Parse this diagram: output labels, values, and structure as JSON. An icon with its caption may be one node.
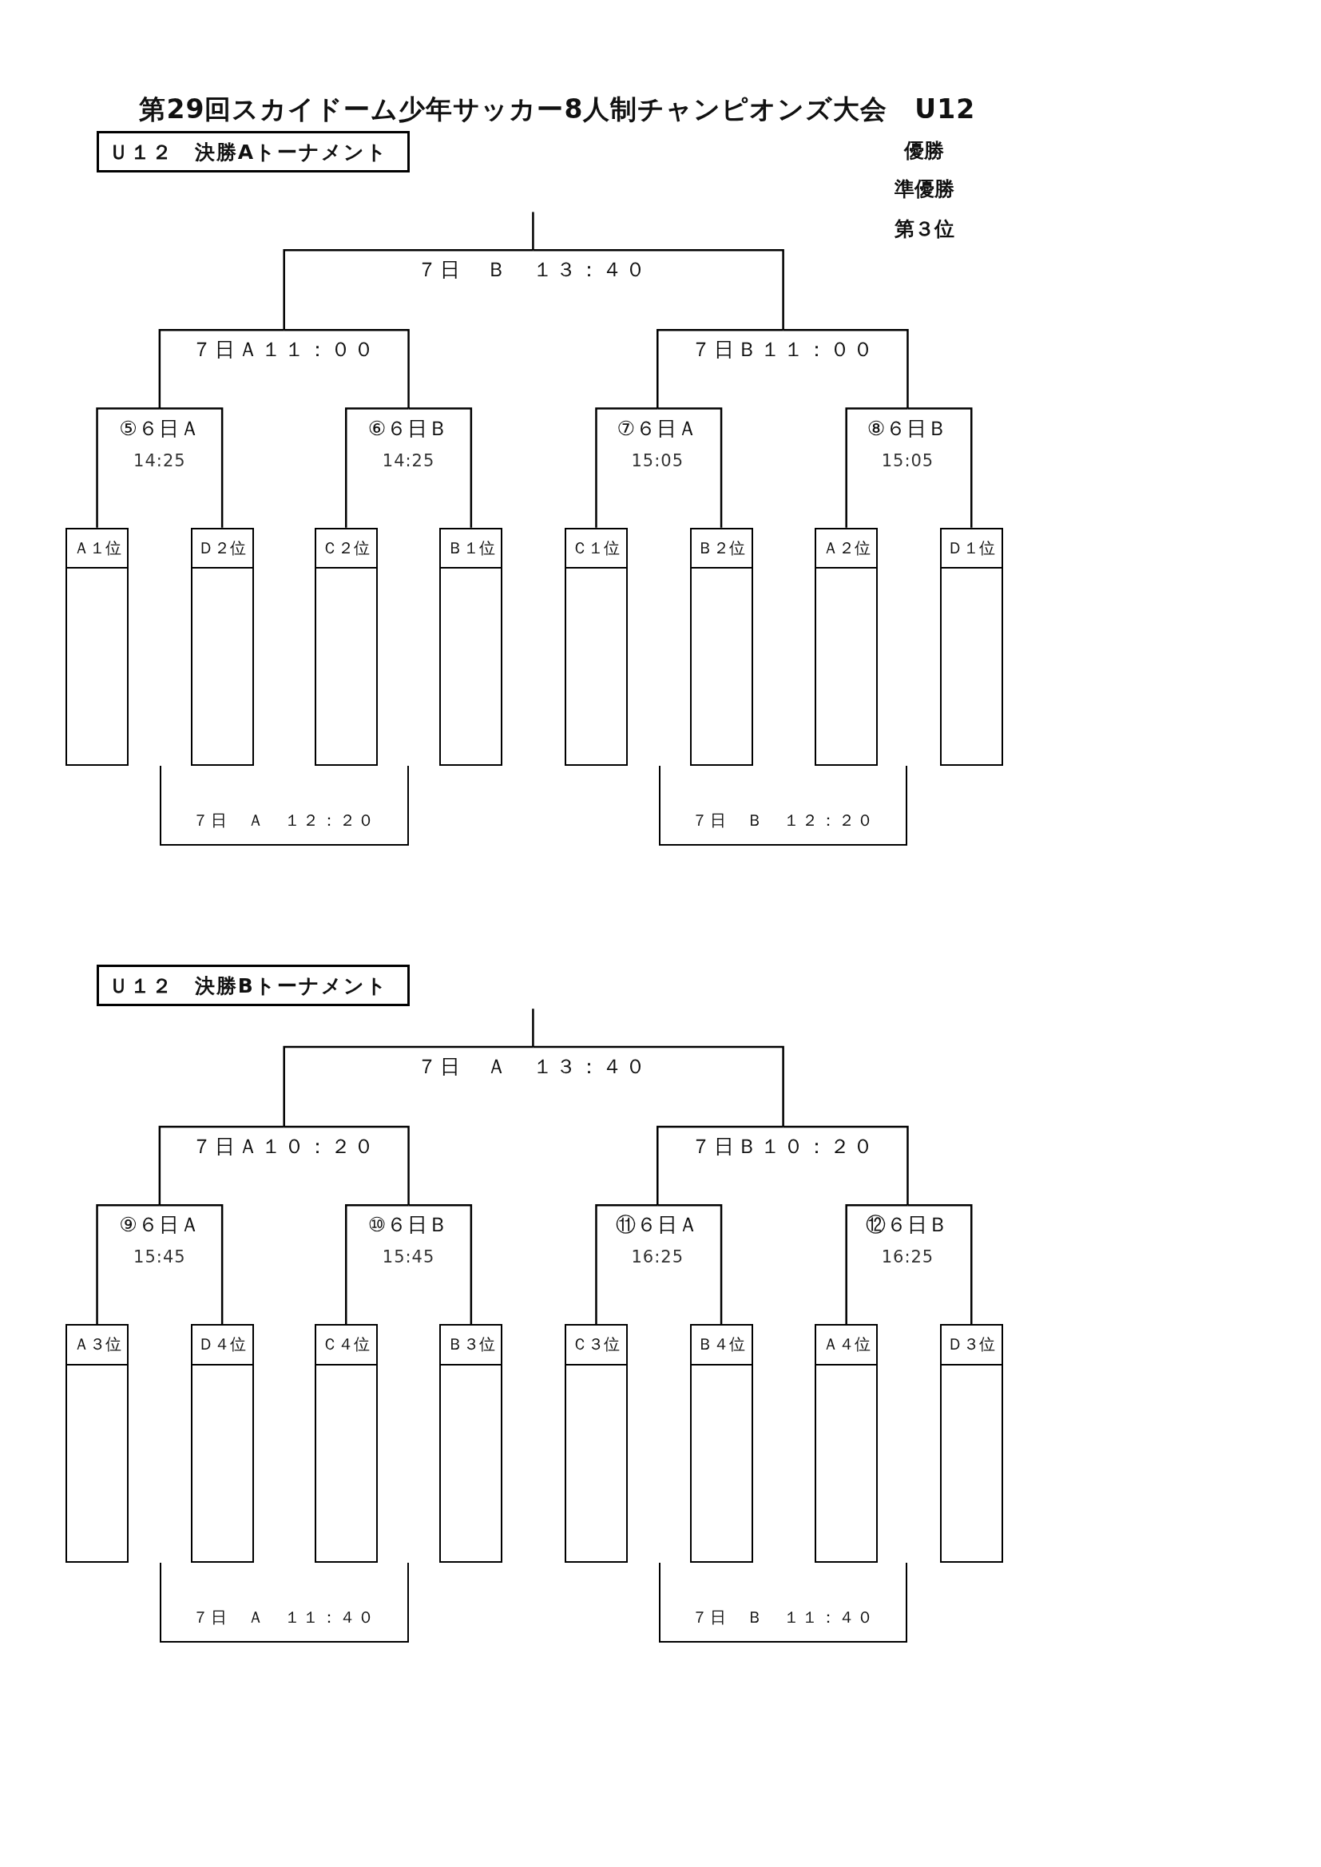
{
  "diagram": {
    "title": "第29回スカイドーム少年サッカー8人制チャンピオンズ大会　U12",
    "nodes": [
      {
        "text": [
          "Ｕ１２　決勝Aトーナメント"
        ]
      },
      {
        "text": [
          "７日　Ｂ　１３：４０"
        ]
      },
      {
        "text": [
          "７日Ａ１１：００"
        ]
      },
      {
        "text": [
          "７日Ｂ１１：００"
        ]
      },
      {
        "text": [
          "⑤６日Ａ",
          "14:25"
        ]
      },
      {
        "text": [
          "⑥６日Ｂ",
          "14:25"
        ]
      },
      {
        "text": [
          "⑦６日Ａ",
          "15:05"
        ]
      },
      {
        "text": [
          "⑧６日Ｂ",
          "15:05"
        ]
      },
      {
        "text": [
          "Ａ１位"
        ]
      },
      {
        "text": [
          "Ｄ２位"
        ]
      },
      {
        "text": [
          "Ｃ２位"
        ]
      },
      {
        "text": [
          "Ｂ１位"
        ]
      },
      {
        "text": [
          "Ｃ１位"
        ]
      },
      {
        "text": [
          "Ｂ２位"
        ]
      },
      {
        "text": [
          "Ａ２位"
        ]
      },
      {
        "text": [
          "Ｄ１位"
        ]
      },
      {
        "text": [
          "７日　Ａ　１２：２０"
        ]
      },
      {
        "text": [
          "７日　Ｂ　１２：２０"
        ]
      },
      {
        "text": [
          "Ｕ１２　決勝Bトーナメント"
        ]
      },
      {
        "text": [
          "７日　Ａ　１３：４０"
        ]
      },
      {
        "text": [
          "７日Ａ１０：２０"
        ]
      },
      {
        "text": [
          "７日Ｂ１０：２０"
        ]
      },
      {
        "text": [
          "⑨６日Ａ",
          "15:45"
        ]
      },
      {
        "text": [
          "⑩６日Ｂ",
          "15:45"
        ]
      },
      {
        "text": [
          "⑪６日Ａ",
          "16:25"
        ]
      },
      {
        "text": [
          "⑫６日Ｂ",
          "16:25"
        ]
      },
      {
        "text": [
          "Ａ３位"
        ]
      },
      {
        "text": [
          "Ｄ４位"
        ]
      },
      {
        "text": [
          "Ｃ４位"
        ]
      },
      {
        "text": [
          "Ｂ３位"
        ]
      },
      {
        "text": [
          "Ｃ３位"
        ]
      },
      {
        "text": [
          "Ｂ４位"
        ]
      },
      {
        "text": [
          "Ａ４位"
        ]
      },
      {
        "text": [
          "Ｄ３位"
        ]
      },
      {
        "text": [
          "７日　Ａ　１１：４０"
        ]
      },
      {
        "text": [
          "７日　Ｂ　１１：４０"
        ]
      }
    ],
    "edges": [
      {
        "from": 8,
        "to": 4,
        "arrow": "none"
      },
      {
        "from": 9,
        "to": 4,
        "arrow": "none"
      },
      {
        "from": 10,
        "to": 5,
        "arrow": "none"
      },
      {
        "from": 11,
        "to": 5,
        "arrow": "none"
      },
      {
        "from": 12,
        "to": 6,
        "arrow": "none"
      },
      {
        "from": 13,
        "to": 6,
        "arrow": "none"
      },
      {
        "from": 14,
        "to": 7,
        "arrow": "none"
      },
      {
        "from": 15,
        "to": 7,
        "arrow": "none"
      },
      {
        "from": 4,
        "to": 2,
        "arrow": "none"
      },
      {
        "from": 5,
        "to": 2,
        "arrow": "none"
      },
      {
        "from": 6,
        "to": 3,
        "arrow": "none"
      },
      {
        "from": 7,
        "to": 3,
        "arrow": "none"
      },
      {
        "from": 2,
        "to": 1,
        "arrow": "none"
      },
      {
        "from": 3,
        "to": 1,
        "arrow": "none"
      },
      {
        "from": 1,
        "to": null,
        "arrow": "none"
      },
      {
        "from": 26,
        "to": 22,
        "arrow": "none"
      },
      {
        "from": 27,
        "to": 22,
        "arrow": "none"
      },
      {
        "from": 28,
        "to": 23,
        "arrow": "none"
      },
      {
        "from": 29,
        "to": 23,
        "arrow": "none"
      },
      {
        "from": 30,
        "to": 24,
        "arrow": "none"
      },
      {
        "from": 31,
        "to": 24,
        "arrow": "none"
      },
      {
        "from": 32,
        "to": 25,
        "arrow": "none"
      },
      {
        "from": 33,
        "to": 25,
        "arrow": "none"
      },
      {
        "from": 22,
        "to": 20,
        "arrow": "none"
      },
      {
        "from": 23,
        "to": 20,
        "arrow": "none"
      },
      {
        "from": 24,
        "to": 21,
        "arrow": "none"
      },
      {
        "from": 25,
        "to": 21,
        "arrow": "none"
      },
      {
        "from": 20,
        "to": 19,
        "arrow": "none"
      },
      {
        "from": 21,
        "to": 19,
        "arrow": "none"
      },
      {
        "from": 19,
        "to": null,
        "arrow": "none"
      }
    ],
    "labels": [
      "優勝",
      "準優勝",
      "第３位"
    ]
  }
}
